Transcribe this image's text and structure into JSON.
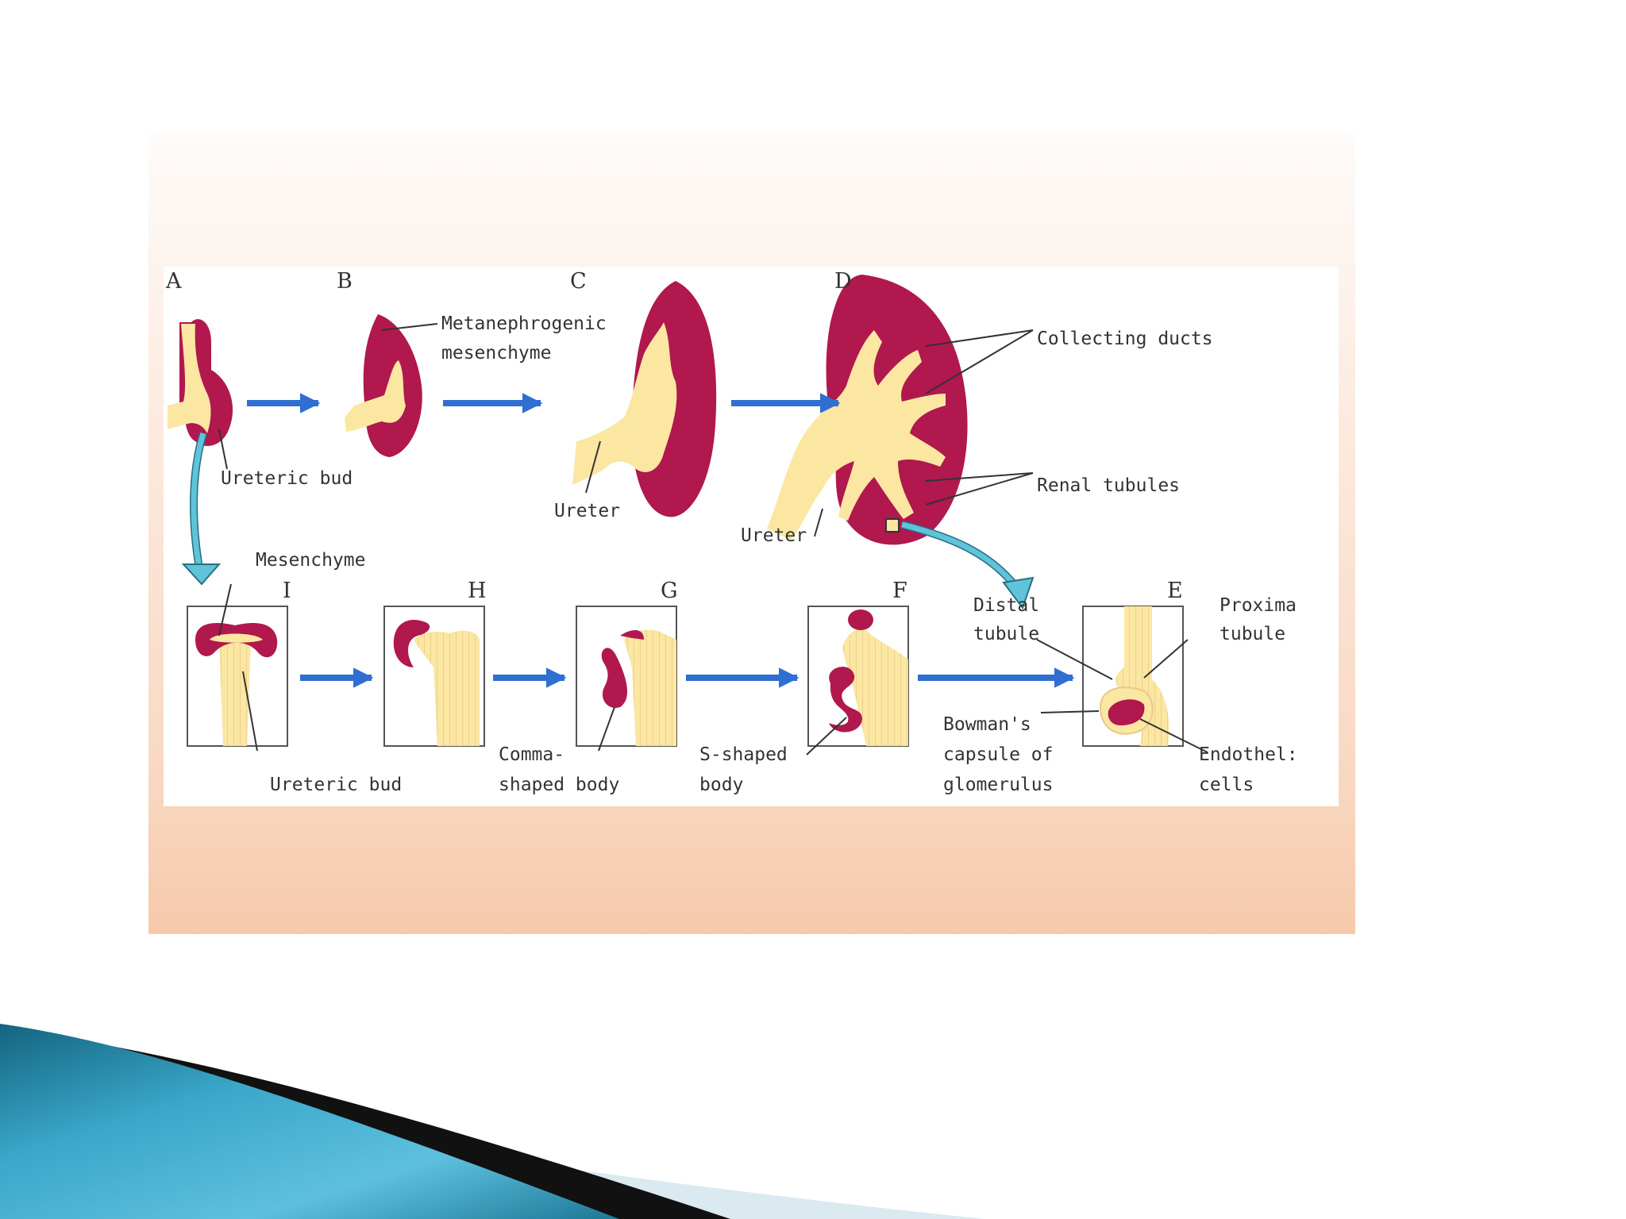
{
  "stage_letters": {
    "a": "A",
    "b": "B",
    "c": "C",
    "d": "D",
    "e": "E",
    "f": "F",
    "g": "G",
    "h": "H",
    "i": "I"
  },
  "labels": {
    "metanephrogenic_1": "Metanephrogenic",
    "metanephrogenic_2": "mesenchyme",
    "ureteric_bud_top": "Ureteric bud",
    "ureter_c": "Ureter",
    "ureter_d": "Ureter",
    "collecting_ducts": "Collecting ducts",
    "renal_tubules": "Renal tubules",
    "mesenchyme": "Mesenchyme",
    "ureteric_bud_bottom": "Ureteric bud",
    "comma_1": "Comma-",
    "comma_2": "shaped body",
    "s_shaped_1": "S-shaped",
    "s_shaped_2": "body",
    "bowmans_1": "Bowman's",
    "bowmans_2": "capsule of",
    "bowmans_3": "glomerulus",
    "distal_1": "Distal",
    "distal_2": "tubule",
    "proximal_1": "Proxima",
    "proximal_2": "tubule",
    "endothelial_1": "Endothel:",
    "endothelial_2": "cells"
  },
  "colors": {
    "mesenchyme": "#b0184e",
    "bud": "#fbe6a2",
    "arrow": "#2f6fd1",
    "callout_arrow": "#5fc3d9",
    "panel_top": "#fefbf9",
    "panel_bottom": "#f6c9ab"
  }
}
